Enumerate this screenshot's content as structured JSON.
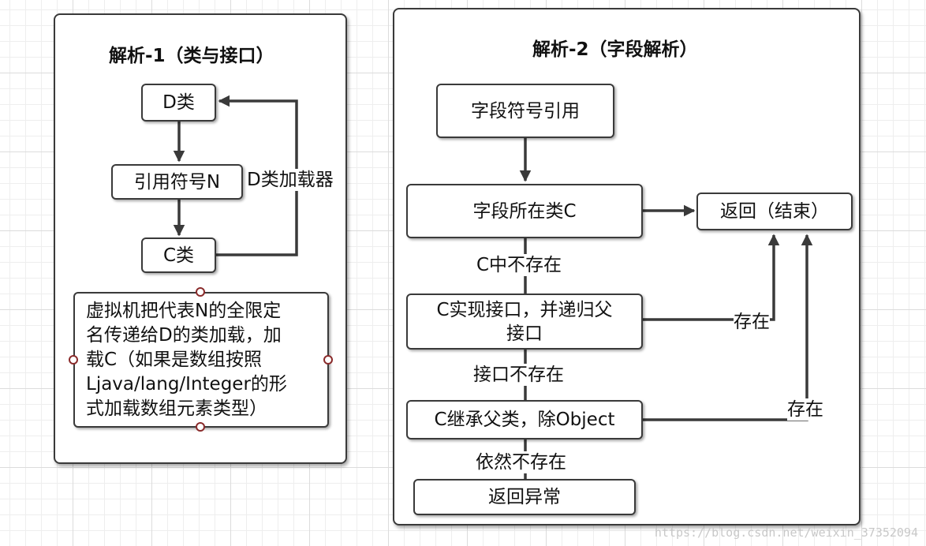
{
  "left_panel": {
    "title": "解析-1（类与接口）",
    "box_d": "D类",
    "box_ref": "引用符号N",
    "box_c": "C类",
    "loader_label": "D类加载器",
    "note_lines": [
      "虚拟机把代表N的全限定",
      "名传递给D的类加载，加",
      "载C（如果是数组按照",
      "Ljava/lang/Integer的形",
      "式加载数组元素类型）"
    ]
  },
  "right_panel": {
    "title": "解析-2（字段解析）",
    "box_field_ref": "字段符号引用",
    "box_field_class": "字段所在类C",
    "box_return_end": "返回（结束）",
    "label_not_in_c": "C中不存在",
    "box_interfaces": [
      "C实现接口，并递归父",
      "接口"
    ],
    "label_exists_1": "存在",
    "label_iface_missing": "接口不存在",
    "box_inherit": "C继承父类，除Object",
    "label_exists_2": "存在",
    "label_still_missing": "依然不存在",
    "box_exception": "返回异常"
  },
  "watermark": "https://blog.csdn.net/weixin_37352094"
}
